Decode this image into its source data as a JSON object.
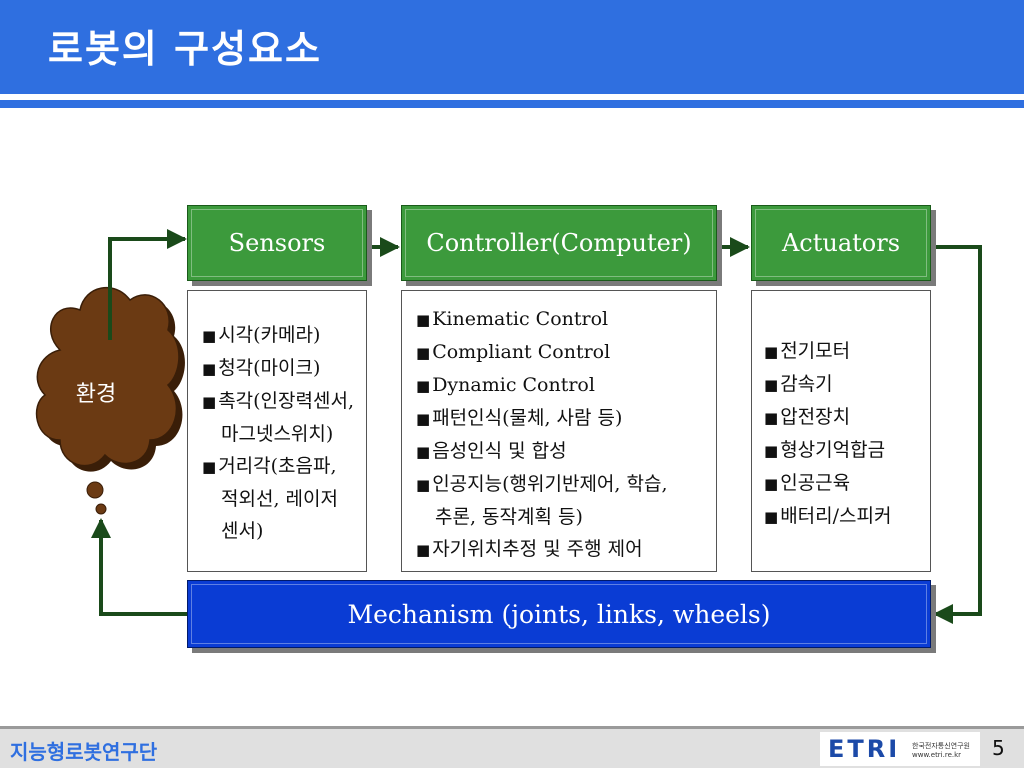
{
  "header": {
    "title": "로봇의 구성요소"
  },
  "diagram": {
    "sensors_label": "Sensors",
    "controller_label": "Controller(Computer)",
    "actuators_label": "Actuators",
    "mechanism_label": "Mechanism (joints, links, wheels)",
    "environment_label": "환경",
    "sensors_items": [
      [
        "시각(카메라)"
      ],
      [
        "청각(마이크)"
      ],
      [
        "촉각(인장력센서,",
        "마그넷스위치)"
      ],
      [
        "거리각(초음파,",
        "적외선, 레이저",
        "센서)"
      ]
    ],
    "controller_items": [
      [
        "Kinematic Control"
      ],
      [
        "Compliant Control"
      ],
      [
        "Dynamic Control"
      ],
      [
        "패턴인식(물체, 사람 등)"
      ],
      [
        "음성인식 및 합성"
      ],
      [
        "인공지능(행위기반제어, 학습,",
        "추론, 동작계획 등)"
      ],
      [
        "자기위치추정 및 주행 제어"
      ]
    ],
    "actuators_items": [
      [
        "전기모터"
      ],
      [
        "감속기"
      ],
      [
        "압전장치"
      ],
      [
        "형상기억합금"
      ],
      [
        "인공근육"
      ],
      [
        "배터리/스피커"
      ]
    ],
    "bullet_symbol": "■"
  },
  "colors": {
    "header_blue": "#2f6fe0",
    "box_green": "#3c9a3c",
    "mechanism_blue": "#0a3cd4",
    "environment_brown": "#6b3a13",
    "arrow_green": "#1a4a1a"
  },
  "footer": {
    "org_name": "지능형로봇연구단",
    "logo_text": "ETRI",
    "logo_subtitle_1": "한국전자통신연구원",
    "logo_subtitle_2": "www.etri.re.kr",
    "page_number": "5"
  }
}
